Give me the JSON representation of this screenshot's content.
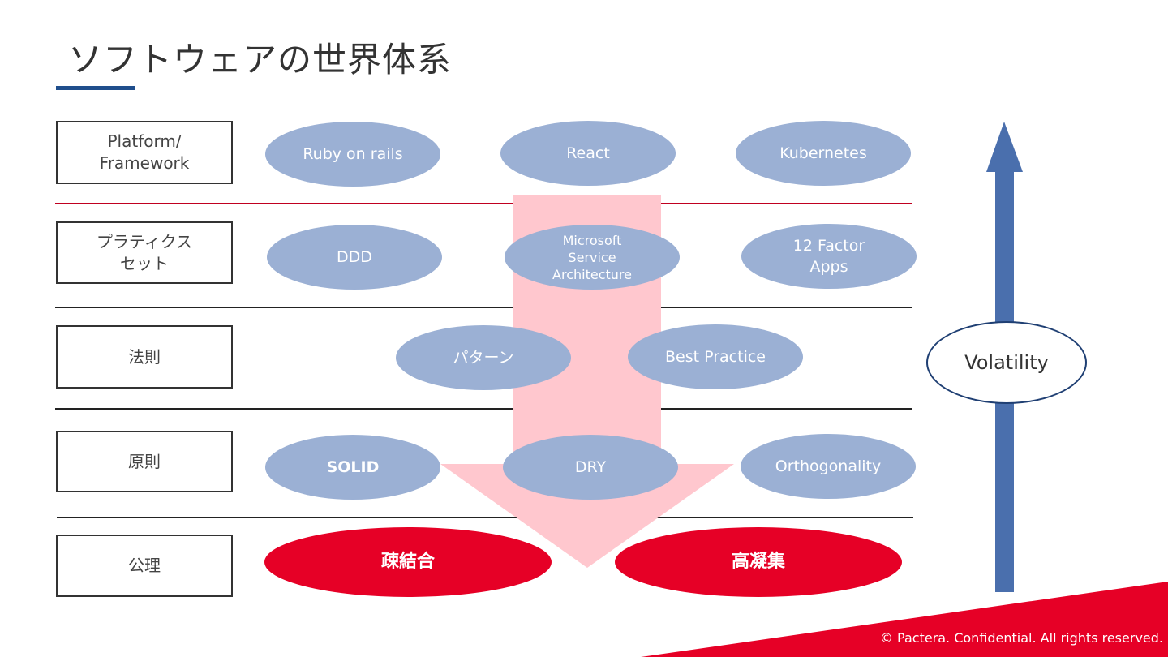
{
  "title": "ソフトウェアの世界体系",
  "rows": [
    {
      "label": "Platform/\nFramework",
      "items": [
        "Ruby on rails",
        "React",
        "Kubernetes"
      ]
    },
    {
      "label": "プラティクス\nセット",
      "items": [
        "DDD",
        "Microsoft\nService\nArchitecture",
        "12 Factor\nApps"
      ]
    },
    {
      "label": "法則",
      "items": [
        "パターン",
        "Best Practice"
      ]
    },
    {
      "label": "原則",
      "items": [
        "SOLID",
        "DRY",
        "Orthogonality"
      ]
    },
    {
      "label": "公理",
      "items": [
        "疎結合",
        "高凝集"
      ]
    }
  ],
  "volatility": "Volatility",
  "footer": "© Pactera.  Confidential.  All rights reserved.",
  "colors": {
    "ellipse": "#9bb0d4",
    "axiom": "#e60026",
    "arrow_down": "#ffc7ce",
    "arrow_up": "#4a6fad",
    "accent": "#1f4e8c"
  }
}
